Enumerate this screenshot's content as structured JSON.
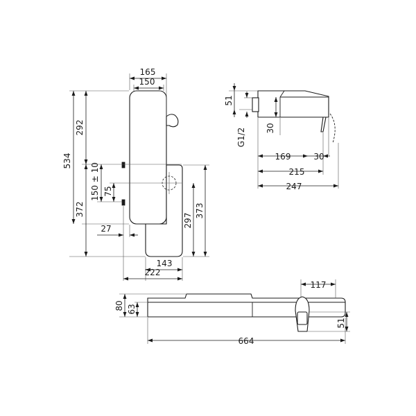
{
  "front_view": {
    "width_outer": "165",
    "width_inner": "150",
    "height_total": "534",
    "height_upper": "292",
    "height_lower": "372",
    "spacing_tol": "150 ± 10",
    "spacing_75": "75",
    "offset_27": "27",
    "height_297": "297",
    "height_373": "373",
    "width_143": "143",
    "width_222": "222"
  },
  "side_view": {
    "height_51": "51",
    "thread": "G1/2",
    "height_30": "30",
    "depth_169": "169",
    "angle_30": "30",
    "depth_215": "215",
    "depth_247": "247"
  },
  "top_view": {
    "width_117": "117",
    "height_80": "80",
    "height_63": "63",
    "height_51": "51",
    "length_664": "664"
  }
}
